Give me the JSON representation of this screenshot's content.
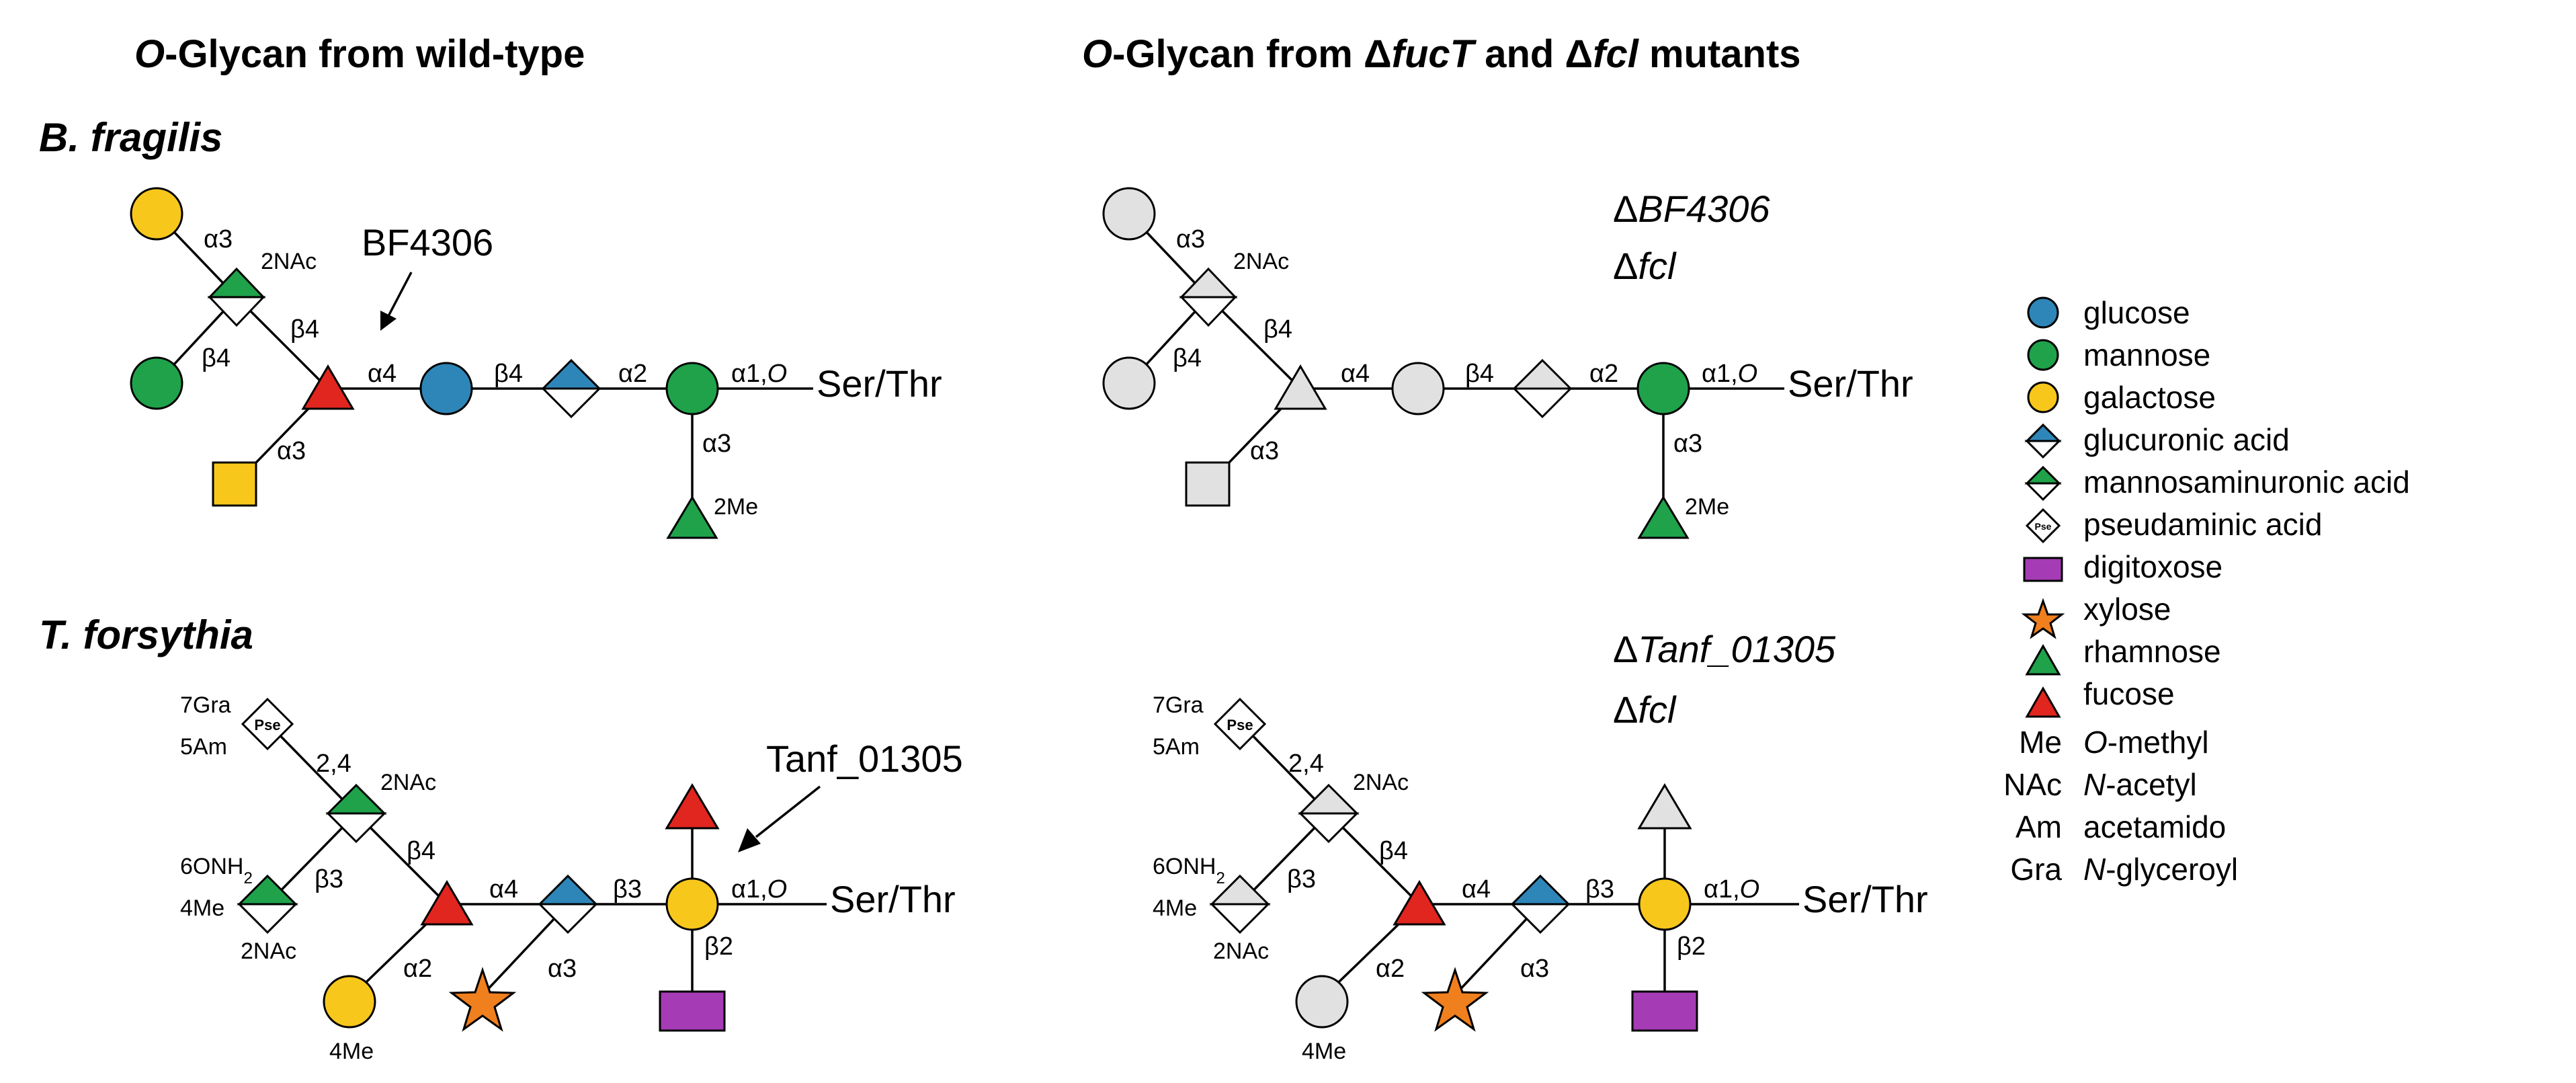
{
  "headings": {
    "wild_prefix": "O",
    "wild_rest": "-Glycan from wild-type",
    "mut_prefix": "O",
    "mut_mid1": "-Glycan from Δ",
    "mut_gene1": "fucT",
    "mut_mid2": " and Δ",
    "mut_gene2": "fcl",
    "mut_end": " mutants"
  },
  "organisms": {
    "top": "B. fragilis",
    "bottom": "T. forsythia"
  },
  "annotations": {
    "bf_gene": "BF4306",
    "tf_gene": "Tanf_01305",
    "bf_mut_delta": "Δ",
    "bf_mut_gene": "BF4306",
    "bf_mut_fcl_delta": "Δ",
    "bf_mut_fcl": "fcl",
    "tf_mut_delta": "Δ",
    "tf_mut_gene": "Tanf_01305",
    "tf_mut_fcl_delta": "Δ",
    "tf_mut_fcl": "fcl"
  },
  "linkages": {
    "a3": "α3",
    "a4": "α4",
    "a2": "α2",
    "b4": "β4",
    "b3": "β3",
    "b2": "β2",
    "a1": "α1,",
    "O": "O",
    "sercthr": "Ser/Thr",
    "l24": "2,4"
  },
  "substituents": {
    "nac": "2NAc",
    "me2": "2Me",
    "gra": "7Gra",
    "am": "5Am",
    "onh2_base": "6ONH",
    "onh2_sub": "2",
    "me4": "4Me",
    "pse": "Pse"
  },
  "legend": {
    "symbols": [
      {
        "name": "glucose"
      },
      {
        "name": "mannose"
      },
      {
        "name": "galactose"
      },
      {
        "name": "glucuronic acid"
      },
      {
        "name": "mannosaminuronic acid"
      },
      {
        "name": "pseudaminic acid"
      },
      {
        "name": "digitoxose"
      },
      {
        "name": "xylose"
      },
      {
        "name": "rhamnose"
      },
      {
        "name": "fucose"
      }
    ],
    "abbrev": [
      {
        "abbr": "Me",
        "pre": "O",
        "rest": "-methyl"
      },
      {
        "abbr": "NAc",
        "pre": "N",
        "rest": "-acetyl"
      },
      {
        "abbr": "Am",
        "pre": "",
        "rest": "acetamido"
      },
      {
        "abbr": "Gra",
        "pre": "N",
        "rest": "-glyceroyl"
      }
    ]
  },
  "colors": {
    "glucose": "#2e86b8",
    "mannose": "#1fa24a",
    "galactose": "#f8c71c",
    "fucose": "#e0261f",
    "digitoxose": "#a63cb5",
    "xylose": "#f07f1e",
    "unknown": "#e1e1e1"
  }
}
